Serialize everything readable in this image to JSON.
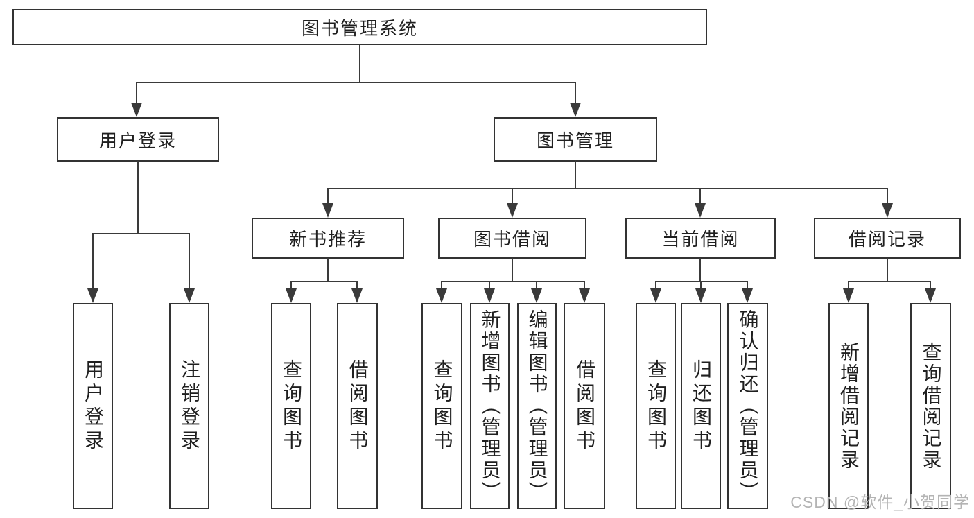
{
  "colors": {
    "line": "#3a3a3a",
    "box_border": "#333333",
    "text": "#1f1f1f",
    "background": "#ffffff",
    "watermark": "#b4b4b4"
  },
  "tree": {
    "label": "图书管理系统",
    "children": [
      {
        "label": "用户登录",
        "children": [
          {
            "label": "用户登录"
          },
          {
            "label": "注销登录"
          }
        ]
      },
      {
        "label": "图书管理",
        "children": [
          {
            "label": "新书推荐",
            "children": [
              {
                "label": "查询图书"
              },
              {
                "label": "借阅图书"
              }
            ]
          },
          {
            "label": "图书借阅",
            "children": [
              {
                "label": "查询图书"
              },
              {
                "label": "新增图书（管理员）"
              },
              {
                "label": "编辑图书（管理员）"
              },
              {
                "label": "借阅图书"
              }
            ]
          },
          {
            "label": "当前借阅",
            "children": [
              {
                "label": "查询图书"
              },
              {
                "label": "归还图书"
              },
              {
                "label": "确认归还（管理员）"
              }
            ]
          },
          {
            "label": "借阅记录",
            "children": [
              {
                "label": "新增借阅记录"
              },
              {
                "label": "查询借阅记录"
              }
            ]
          }
        ]
      }
    ]
  },
  "watermark": {
    "text": "CSDN @软件_小贺同学"
  }
}
